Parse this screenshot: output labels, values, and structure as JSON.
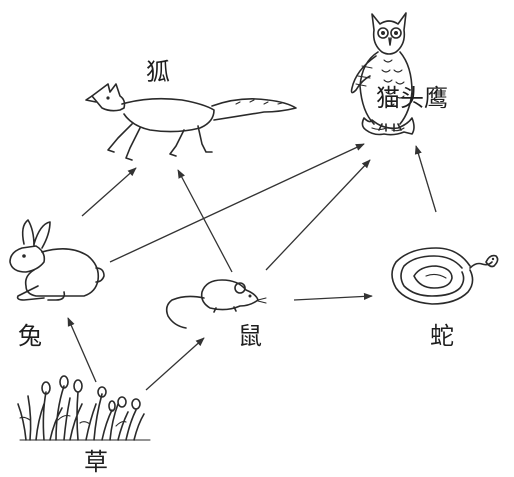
{
  "organisms": {
    "fox": {
      "label": "狐"
    },
    "owl": {
      "label": "猫头鹰"
    },
    "rabbit": {
      "label": "兔"
    },
    "mouse": {
      "label": "鼠"
    },
    "snake": {
      "label": "蛇"
    },
    "grass": {
      "label": "草"
    }
  },
  "links": [
    {
      "from": "grass",
      "to": "rabbit"
    },
    {
      "from": "grass",
      "to": "mouse"
    },
    {
      "from": "rabbit",
      "to": "fox"
    },
    {
      "from": "rabbit",
      "to": "owl"
    },
    {
      "from": "mouse",
      "to": "fox"
    },
    {
      "from": "mouse",
      "to": "owl"
    },
    {
      "from": "mouse",
      "to": "snake"
    },
    {
      "from": "snake",
      "to": "owl"
    }
  ],
  "colors": {
    "ink": "#2a2a2a",
    "background": "#ffffff"
  }
}
